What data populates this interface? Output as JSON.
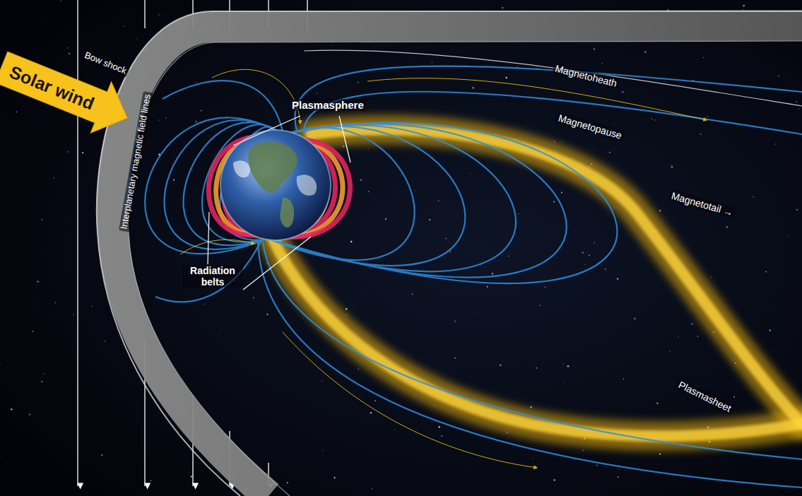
{
  "diagram": {
    "nodes": [
      {
        "text": [
          "Solar wind"
        ]
      }
    ],
    "labels": [
      "Bow shock",
      "Interplanetary magnetic field lines",
      "Plasmasphere",
      "Magnetoheath",
      "Magnetopause",
      "Magnetotail →",
      "Radiation belts",
      "Plasmasheet"
    ]
  }
}
